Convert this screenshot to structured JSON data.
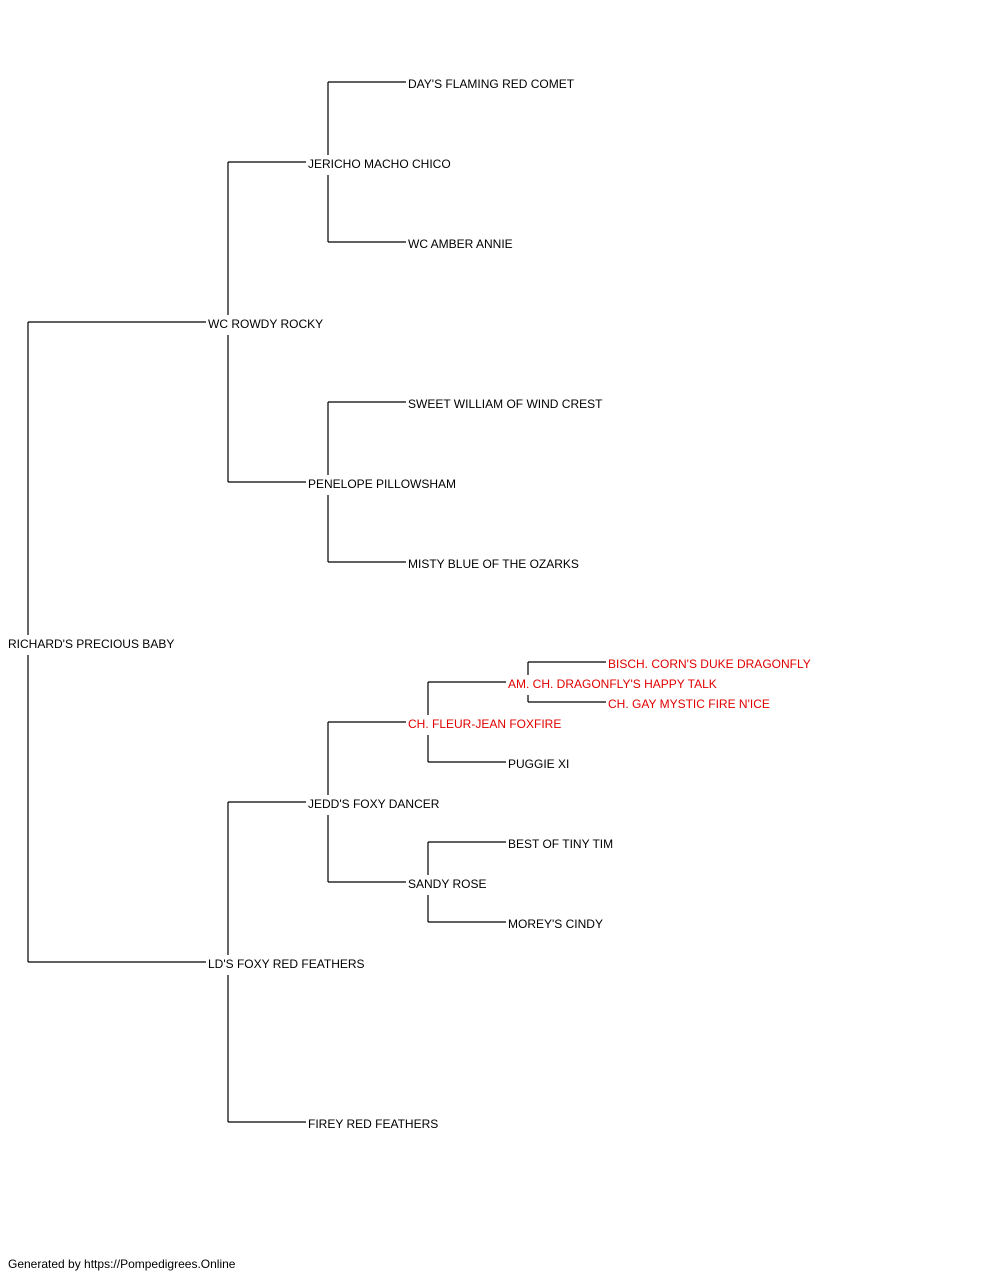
{
  "colors": {
    "normal": "#000000",
    "highlight": "#e00000"
  },
  "dogs": {
    "richards_precious_baby": {
      "name": "RICHARD'S PRECIOUS BABY",
      "highlight": false
    },
    "wc_rowdy_rocky": {
      "name": "WC ROWDY ROCKY",
      "highlight": false
    },
    "lds_foxy_red_feathers": {
      "name": "LD'S FOXY RED FEATHERS",
      "highlight": false
    },
    "jericho_macho_chico": {
      "name": "JERICHO MACHO CHICO",
      "highlight": false
    },
    "penelope_pillowsham": {
      "name": "PENELOPE PILLOWSHAM",
      "highlight": false
    },
    "jedds_foxy_dancer": {
      "name": "JEDD'S FOXY DANCER",
      "highlight": false
    },
    "firey_red_feathers": {
      "name": "FIREY RED FEATHERS",
      "highlight": false
    },
    "days_flaming_red_comet": {
      "name": "DAY'S FLAMING RED COMET",
      "highlight": false
    },
    "wc_amber_annie": {
      "name": "WC AMBER ANNIE",
      "highlight": false
    },
    "sweet_william": {
      "name": "SWEET WILLIAM OF WIND CREST",
      "highlight": false
    },
    "misty_blue": {
      "name": "MISTY BLUE OF THE OZARKS",
      "highlight": false
    },
    "ch_fleur_jean_foxfire": {
      "name": "CH. FLEUR-JEAN FOXFIRE",
      "highlight": true
    },
    "sandy_rose": {
      "name": "SANDY ROSE",
      "highlight": false
    },
    "am_ch_dragonfly": {
      "name": "AM. CH. DRAGONFLY'S HAPPY TALK",
      "highlight": true
    },
    "puggie_xi": {
      "name": "PUGGIE XI",
      "highlight": false
    },
    "best_of_tiny_tim": {
      "name": "BEST OF TINY TIM",
      "highlight": false
    },
    "moreys_cindy": {
      "name": "MOREY'S CINDY",
      "highlight": false
    },
    "bisch_corns_duke": {
      "name": "BISCH. CORN'S DUKE DRAGONFLY",
      "highlight": true
    },
    "ch_gay_mystic": {
      "name": "CH. GAY MYSTIC FIRE N'ICE",
      "highlight": true
    }
  },
  "footer": "Generated by https://Pompedigrees.Online"
}
